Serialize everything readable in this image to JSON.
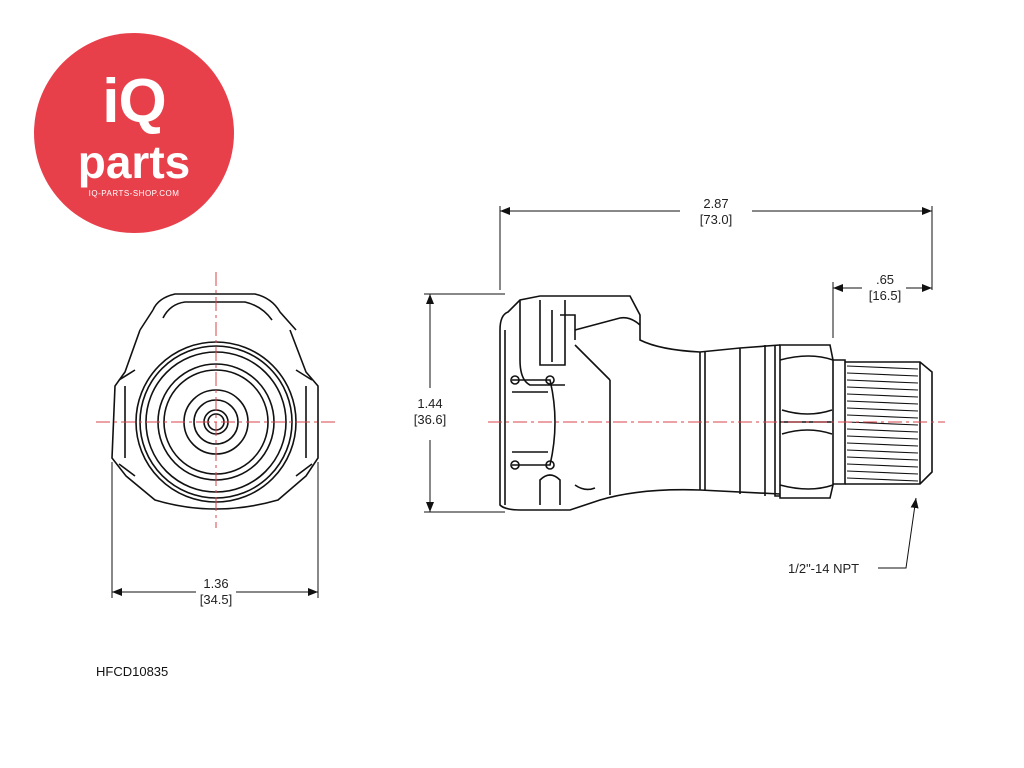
{
  "logo": {
    "brand_iq": "iQ",
    "brand_parts": "parts",
    "url": "IQ-PARTS-SHOP.COM",
    "background_color": "#e8404b"
  },
  "dimensions": {
    "overall_length_in": "2.87",
    "overall_length_mm": "[73.0]",
    "thread_length_in": ".65",
    "thread_length_mm": "[16.5]",
    "height_in": "1.44",
    "height_mm": "[36.6]",
    "width_in": "1.36",
    "width_mm": "[34.5]",
    "thread_spec": "1/2\"-14 NPT"
  },
  "part_number": "HFCD10835",
  "colors": {
    "line": "#111111",
    "centerline": "#d9434b"
  }
}
